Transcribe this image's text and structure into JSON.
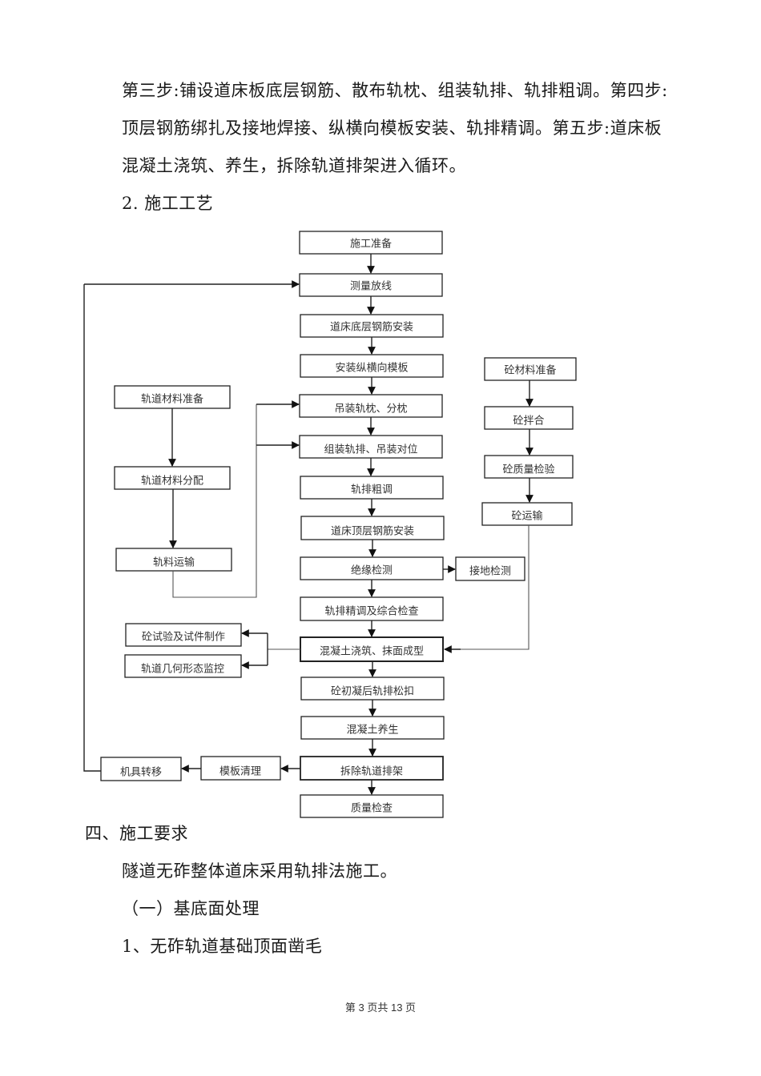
{
  "intro": {
    "lines": [
      "第三步:铺设道床板底层钢筋、散布轨枕、组装轨排、轨排粗调。第四步:",
      "顶层钢筋绑扎及接地焊接、纵横向模板安装、轨排精调。第五步:道床板",
      "混凝土浇筑、养生，拆除轨道排架进入循环。"
    ],
    "subheading": "2. 施工工艺"
  },
  "flowchart": {
    "main": [
      "施工准备",
      "测量放线",
      "道床底层钢筋安装",
      "安装纵横向模板",
      "吊装轨枕、分枕",
      "组装轨排、吊装对位",
      "轨排粗调",
      "道床顶层钢筋安装",
      "绝缘检测",
      "轨排精调及综合检查",
      "混凝土浇筑、抹面成型",
      "砼初凝后轨排松扣",
      "混凝土养生",
      "拆除轨道排架",
      "质量检查"
    ],
    "track_material": [
      "轨道材料准备",
      "轨道材料分配",
      "轨料运输"
    ],
    "concrete": [
      "砼材料准备",
      "砼拌合",
      "砼质量检验",
      "砼运输"
    ],
    "grounding": "接地检测",
    "monitoring": [
      "砼试验及试件制作",
      "轨道几何形态监控"
    ],
    "return_path": [
      "模板清理",
      "机具转移"
    ]
  },
  "section4": {
    "heading": "四、施工要求",
    "text": "隧道无砟整体道床采用轨排法施工。",
    "sub": "（一）基底面处理",
    "item": "1、无砟轨道基础顶面凿毛"
  },
  "footer": {
    "page_label": "第 3 页共 13 页"
  }
}
